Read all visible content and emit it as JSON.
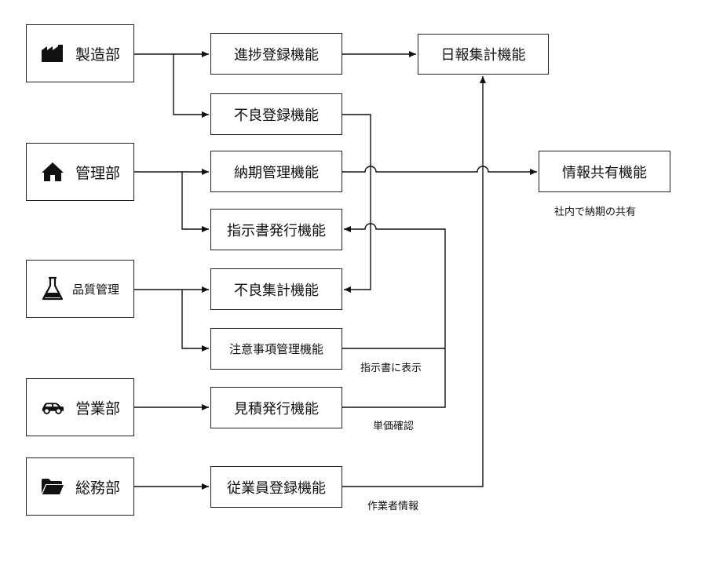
{
  "departments": [
    {
      "id": "seizo",
      "label": "製造部",
      "icon": "factory-icon"
    },
    {
      "id": "kanri",
      "label": "管理部",
      "icon": "home-icon"
    },
    {
      "id": "hinshitsu",
      "label": "品質管理",
      "icon": "flask-icon"
    },
    {
      "id": "eigyo",
      "label": "営業部",
      "icon": "car-icon"
    },
    {
      "id": "somu",
      "label": "総務部",
      "icon": "folder-icon"
    }
  ],
  "functions": {
    "shinchoku": "進捗登録機能",
    "furyo_toroku": "不良登録機能",
    "noki": "納期管理機能",
    "shijisho": "指示書発行機能",
    "furyo_shukei": "不良集計機能",
    "chui": "注意事項管理機能",
    "mitsumori": "見積発行機能",
    "jugyoin": "従業員登録機能",
    "nippo": "日報集計機能",
    "joho": "情報共有機能"
  },
  "notes": {
    "shanai": "社内で納期の共有",
    "shiji_hyoji": "指示書に表示",
    "tanka": "単価確認",
    "sagyosha": "作業者情報"
  }
}
